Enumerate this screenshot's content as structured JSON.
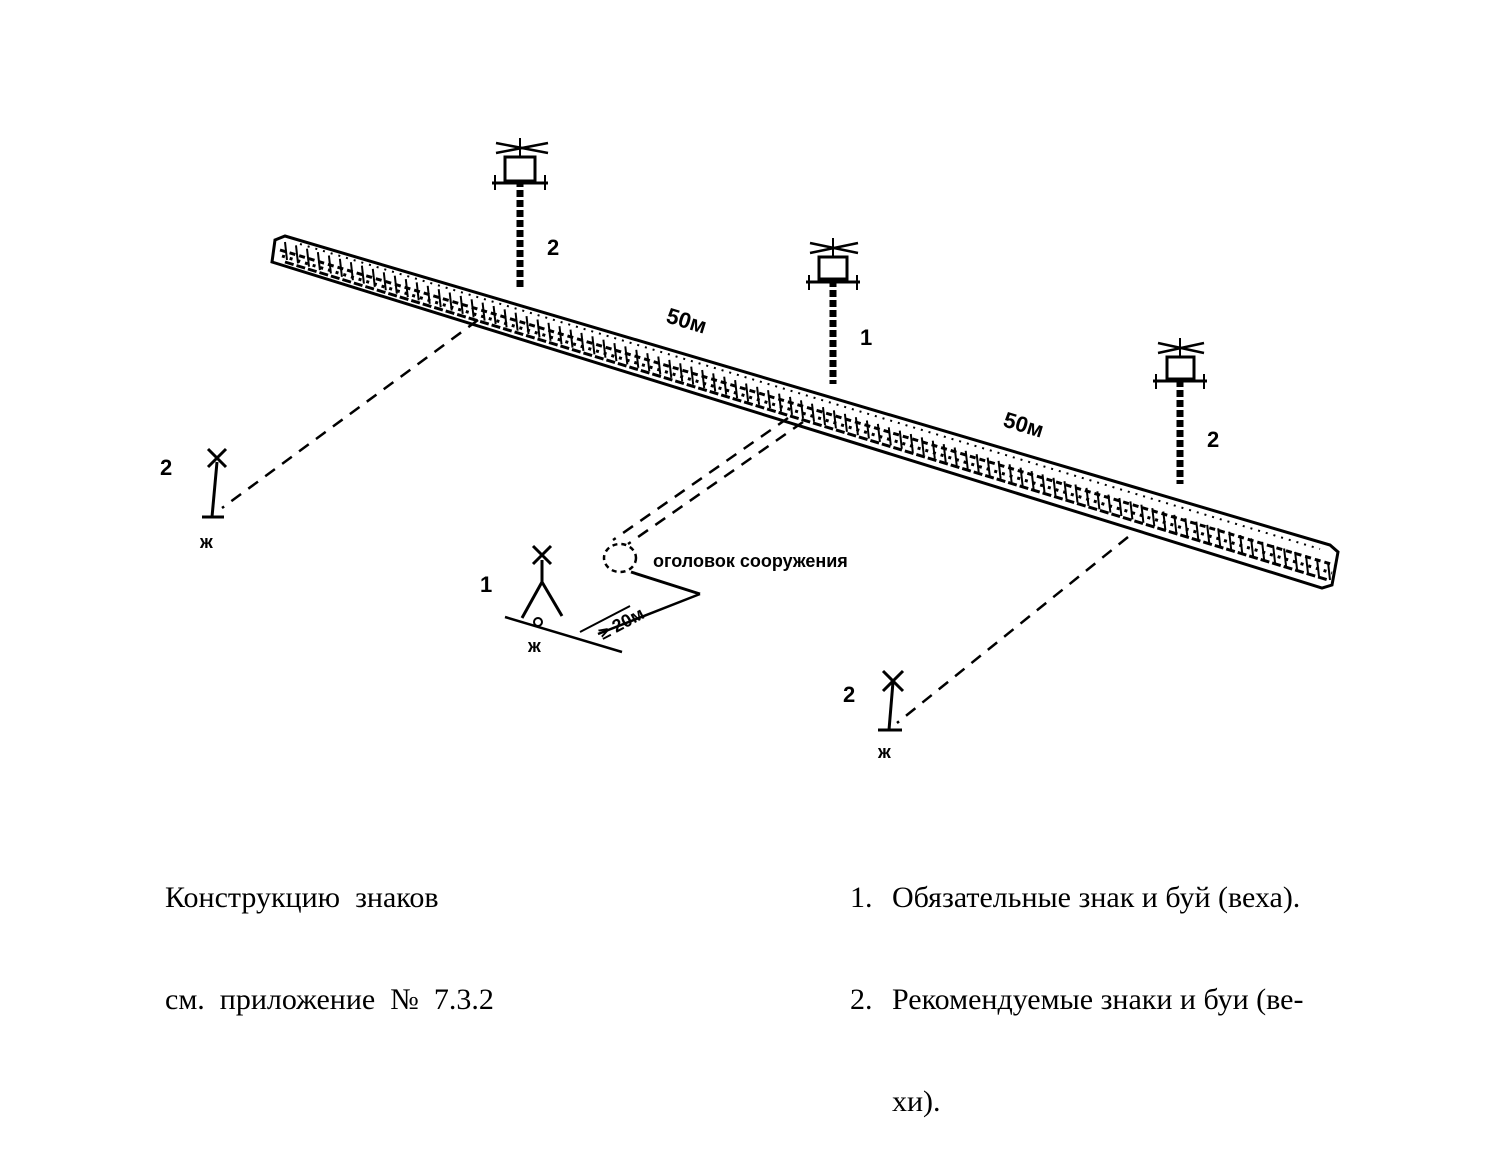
{
  "labels": {
    "sign_left_far": "2",
    "sign_front": "1",
    "sign_right_far": "2",
    "pole_left": "2",
    "pole_middle": "1",
    "pole_right": "2",
    "ground_left": "ж",
    "ground_front": "ж",
    "ground_right": "ж",
    "distance_1": "50м",
    "distance_2": "50м",
    "distance_head": "≥ 20м",
    "structure_head": "оголовок сооружения"
  },
  "note": {
    "line1": "Конструкцию  знаков",
    "line2": "см.  приложение  №  7.3.2"
  },
  "legend": {
    "item1_num": "1.",
    "item1_text": "Обязательные знак и буй (веха).",
    "item2_num": "2.",
    "item2_text": "Рекомендуемые знаки и буи (ве-",
    "item2_cont": "хи)."
  }
}
